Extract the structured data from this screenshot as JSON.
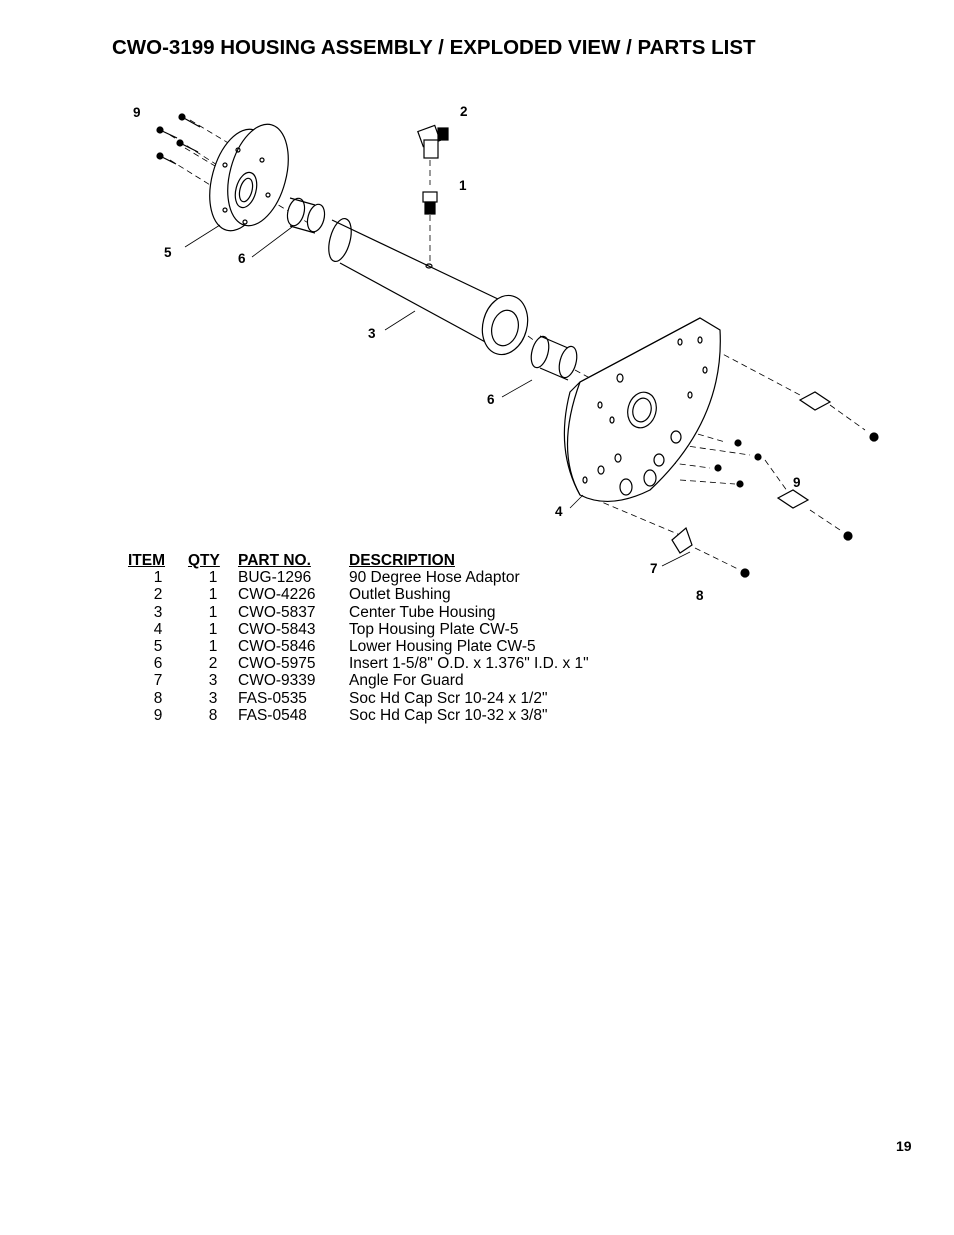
{
  "page": {
    "title": "CWO-3199 HOUSING ASSEMBLY / EXPLODED VIEW / PARTS LIST",
    "page_number": "19"
  },
  "callouts": [
    "9",
    "2",
    "1",
    "5",
    "6",
    "3",
    "6",
    "9",
    "4",
    "7",
    "8"
  ],
  "parts_table": {
    "headers": {
      "item": "ITEM",
      "qty": "QTY",
      "part_no": "PART NO.",
      "description": "DESCRIPTION"
    },
    "rows": [
      {
        "item": "1",
        "qty": "1",
        "part_no": "BUG-1296",
        "description": "90 Degree Hose Adaptor"
      },
      {
        "item": "2",
        "qty": "1",
        "part_no": "CWO-4226",
        "description": "Outlet Bushing"
      },
      {
        "item": "3",
        "qty": "1",
        "part_no": "CWO-5837",
        "description": "Center Tube Housing"
      },
      {
        "item": "4",
        "qty": "1",
        "part_no": "CWO-5843",
        "description": "Top Housing Plate CW-5"
      },
      {
        "item": "5",
        "qty": "1",
        "part_no": "CWO-5846",
        "description": "Lower Housing Plate CW-5"
      },
      {
        "item": "6",
        "qty": "2",
        "part_no": "CWO-5975",
        "description": "Insert 1-5/8\" O.D. x 1.376\" I.D. x 1\""
      },
      {
        "item": "7",
        "qty": "3",
        "part_no": "CWO-9339",
        "description": "Angle For Guard"
      },
      {
        "item": "8",
        "qty": "3",
        "part_no": "FAS-0535",
        "description": "Soc Hd Cap Scr 10-24 x 1/2\""
      },
      {
        "item": "9",
        "qty": "8",
        "part_no": "FAS-0548",
        "description": "Soc Hd Cap Scr 10-32 x 3/8\""
      }
    ]
  }
}
